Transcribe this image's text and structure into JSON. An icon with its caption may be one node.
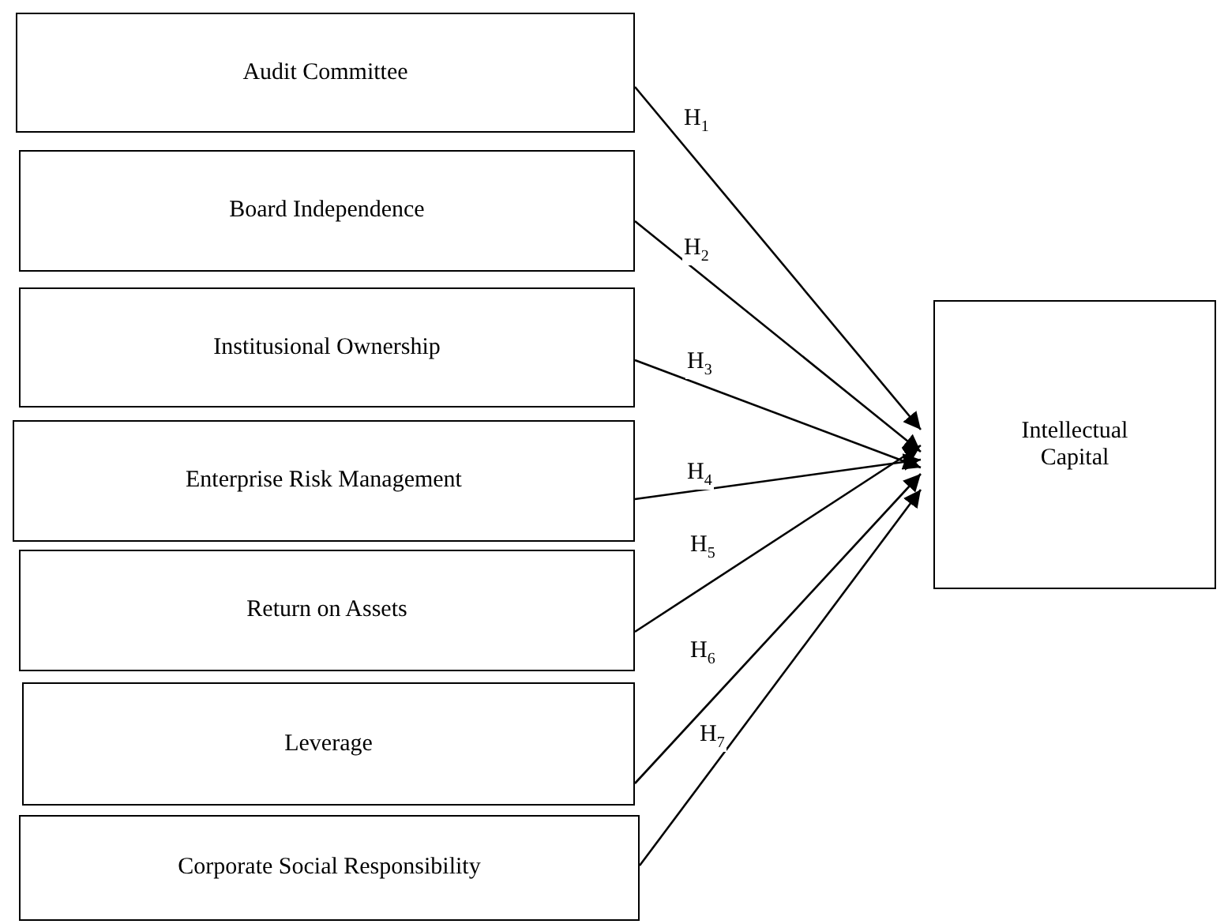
{
  "diagram": {
    "nodes": [
      {
        "text": [
          "Audit Committee"
        ]
      },
      {
        "text": [
          "Board Independence"
        ]
      },
      {
        "text": [
          "Institusional Ownership"
        ]
      },
      {
        "text": [
          "Enterprise Risk Management"
        ]
      },
      {
        "text": [
          "Return on Assets"
        ]
      },
      {
        "text": [
          "Leverage"
        ]
      },
      {
        "text": [
          "Corporate Social Responsibility"
        ]
      },
      {
        "text": [
          "Intellectual Capital"
        ]
      }
    ],
    "edges": [
      {
        "from": 0,
        "to": 7,
        "arrow": "to",
        "label": "H$_{1}$"
      },
      {
        "from": 1,
        "to": 7,
        "arrow": "to",
        "label": "H$_{2}$"
      },
      {
        "from": 2,
        "to": 7,
        "arrow": "to",
        "label": "H$_{3}$"
      },
      {
        "from": 3,
        "to": 7,
        "arrow": "to",
        "label": "H$_{4}$"
      },
      {
        "from": 4,
        "to": 7,
        "arrow": "to",
        "label": "H$_{5}$"
      },
      {
        "from": 5,
        "to": 7,
        "arrow": "to",
        "label": "H$_{6}$"
      },
      {
        "from": 6,
        "to": 7,
        "arrow": "to",
        "label": "H$_{7}$"
      }
    ]
  }
}
